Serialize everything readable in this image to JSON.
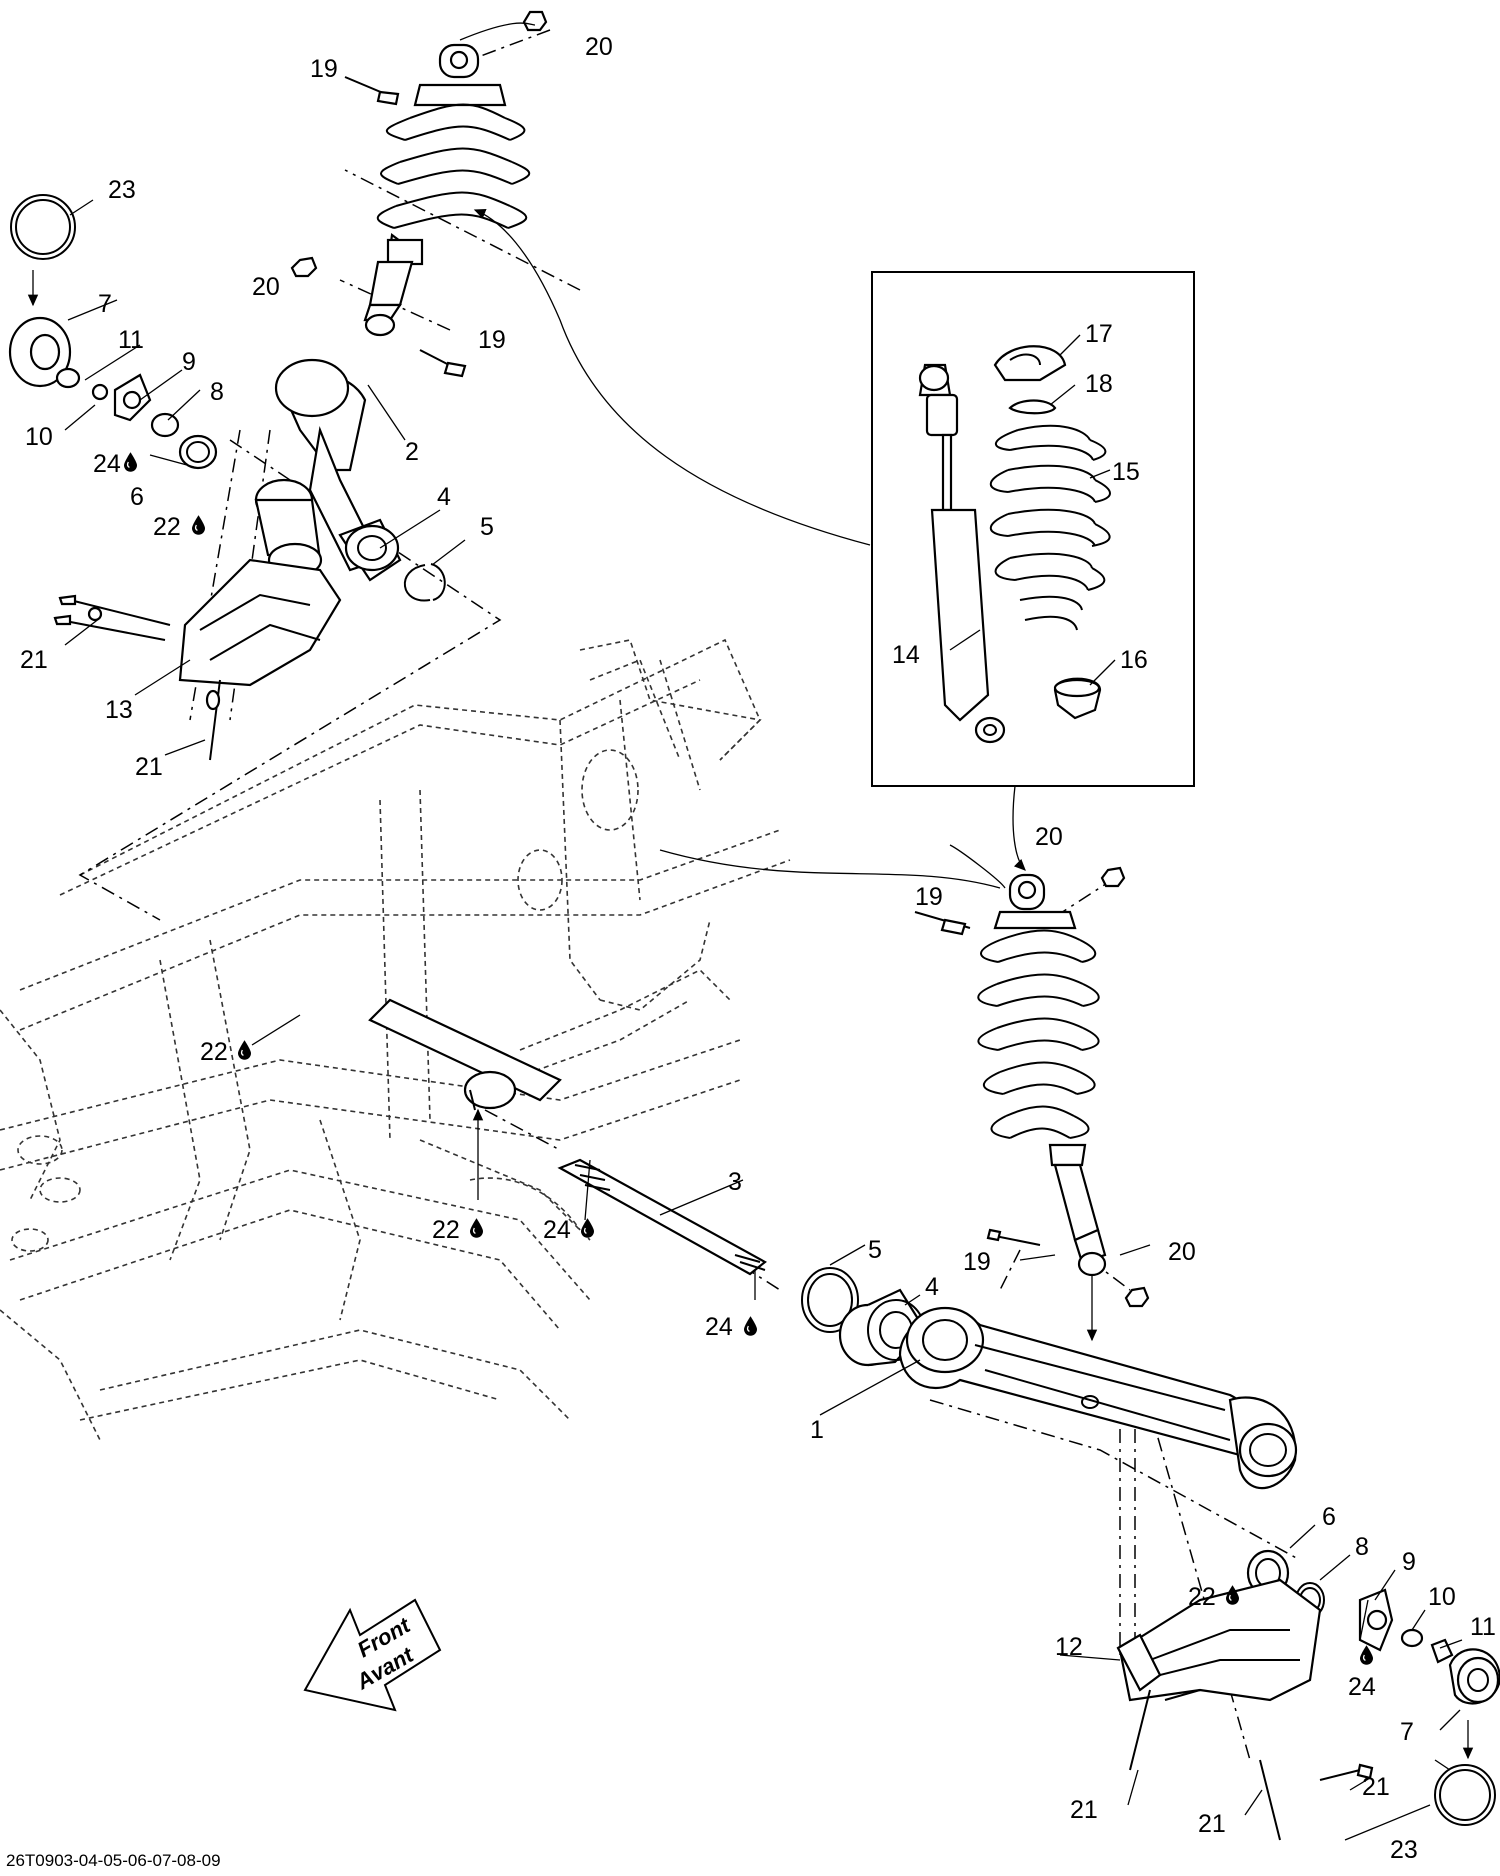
{
  "diagram": {
    "drawing_code": "26T0903-04-05-06-07-08-09",
    "direction_arrow": {
      "line1": "Front",
      "line2": "Avant"
    },
    "callouts": [
      {
        "id": "c20a",
        "text": "20"
      },
      {
        "id": "c19a",
        "text": "19"
      },
      {
        "id": "c23a",
        "text": "23"
      },
      {
        "id": "c20b",
        "text": "20"
      },
      {
        "id": "c19b",
        "text": "19"
      },
      {
        "id": "c7a",
        "text": "7"
      },
      {
        "id": "c11a",
        "text": "11"
      },
      {
        "id": "c9a",
        "text": "9"
      },
      {
        "id": "c8a",
        "text": "8"
      },
      {
        "id": "c10a",
        "text": "10"
      },
      {
        "id": "c24a",
        "text": "24"
      },
      {
        "id": "c6a",
        "text": "6"
      },
      {
        "id": "c2",
        "text": "2"
      },
      {
        "id": "c22a",
        "text": "22"
      },
      {
        "id": "c4a",
        "text": "4"
      },
      {
        "id": "c5a",
        "text": "5"
      },
      {
        "id": "c21a",
        "text": "21"
      },
      {
        "id": "c13",
        "text": "13"
      },
      {
        "id": "c21b",
        "text": "21"
      },
      {
        "id": "c17",
        "text": "17"
      },
      {
        "id": "c18",
        "text": "18"
      },
      {
        "id": "c15",
        "text": "15"
      },
      {
        "id": "c14",
        "text": "14"
      },
      {
        "id": "c16",
        "text": "16"
      },
      {
        "id": "c20c",
        "text": "20"
      },
      {
        "id": "c19c",
        "text": "19"
      },
      {
        "id": "c22b",
        "text": "22"
      },
      {
        "id": "c22c",
        "text": "22"
      },
      {
        "id": "c24b",
        "text": "24"
      },
      {
        "id": "c3",
        "text": "3"
      },
      {
        "id": "c5b",
        "text": "5"
      },
      {
        "id": "c4b",
        "text": "4"
      },
      {
        "id": "c19d",
        "text": "19"
      },
      {
        "id": "c20d",
        "text": "20"
      },
      {
        "id": "c24c",
        "text": "24"
      },
      {
        "id": "c1",
        "text": "1"
      },
      {
        "id": "c6b",
        "text": "6"
      },
      {
        "id": "c8b",
        "text": "8"
      },
      {
        "id": "c9b",
        "text": "9"
      },
      {
        "id": "c22d",
        "text": "22"
      },
      {
        "id": "c10b",
        "text": "10"
      },
      {
        "id": "c11b",
        "text": "11"
      },
      {
        "id": "c12",
        "text": "12"
      },
      {
        "id": "c24d",
        "text": "24"
      },
      {
        "id": "c7b",
        "text": "7"
      },
      {
        "id": "c21c",
        "text": "21"
      },
      {
        "id": "c21d",
        "text": "21"
      },
      {
        "id": "c21e",
        "text": "21"
      },
      {
        "id": "c23b",
        "text": "23"
      }
    ]
  }
}
